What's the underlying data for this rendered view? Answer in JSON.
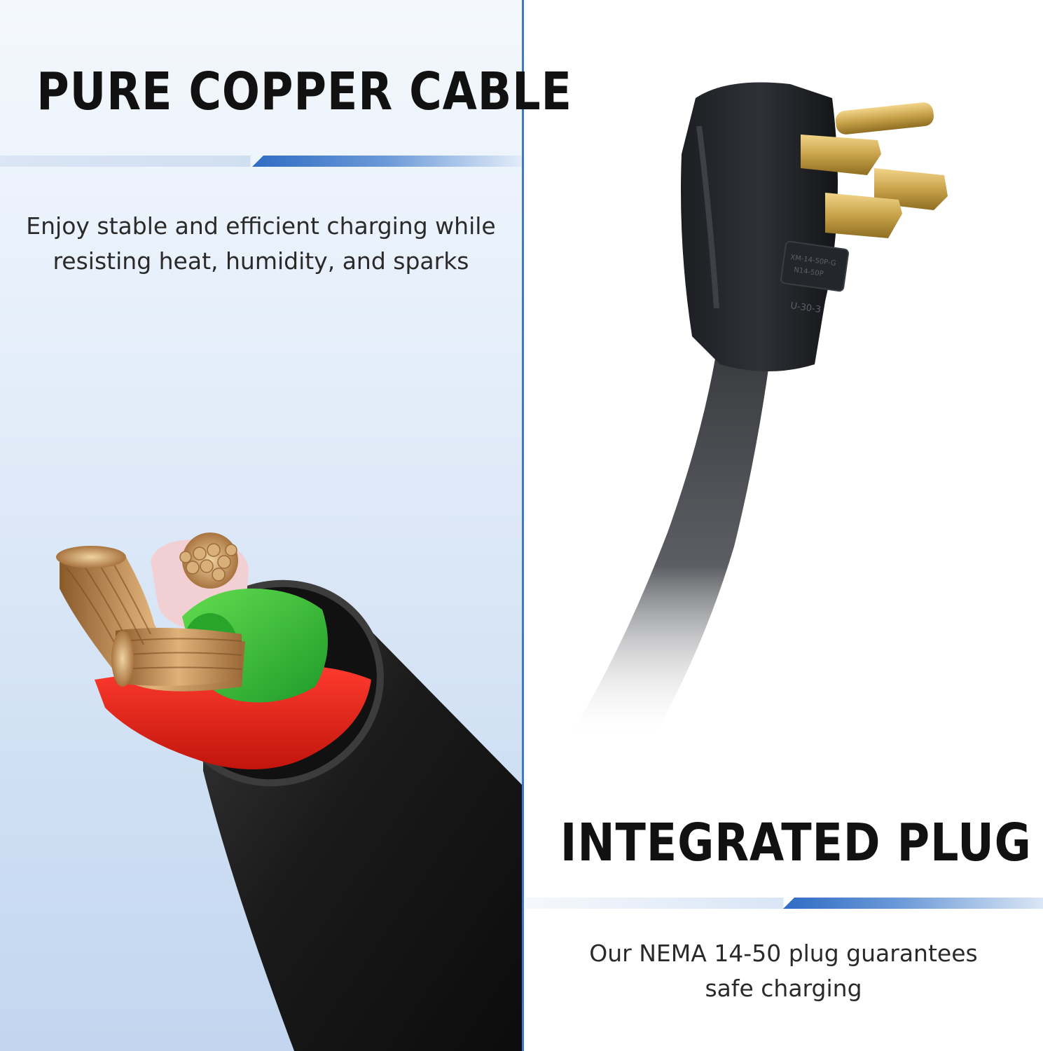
{
  "left_feature": {
    "title": "PURE COPPER CABLE",
    "description_line1": "Enjoy stable and efficient charging while",
    "description_line2": "resisting heat, humidity, and sparks",
    "illustration": "stripped-cable-icon"
  },
  "right_feature": {
    "title": "INTEGRATED PLUG",
    "description_line1": "Our NEMA 14-50 plug guarantees",
    "description_line2": "safe charging",
    "illustration": "nema-plug-icon",
    "plug_markings": [
      "XM-14-50P-G",
      "N14-50P",
      "U-30-3"
    ]
  },
  "colors": {
    "accent_blue": "#3f78c6",
    "left_bg_top": "#f4f8fd",
    "left_bg_bottom": "#c2d6ef",
    "jacket_black": "#1c1c1c",
    "copper": "#c9965a",
    "red_insulation": "#e8281e",
    "green_insulation": "#3fbf3a",
    "pink_insulation": "#f2cfd3",
    "brass": "#c8a24a"
  }
}
